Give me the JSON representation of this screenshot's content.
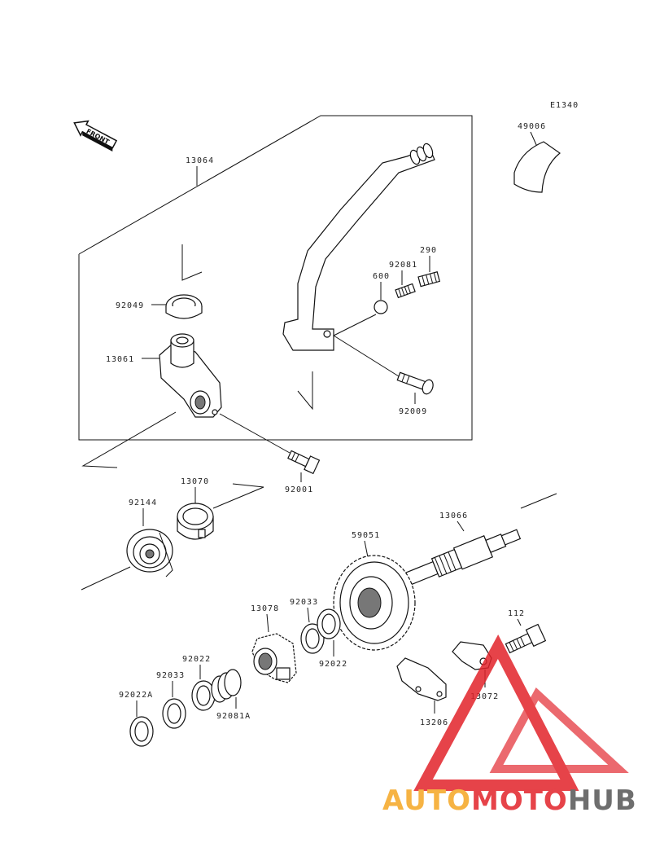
{
  "diagram": {
    "ref_code": "E1340",
    "front_arrow_label": "FRONT",
    "parts": {
      "p13064": "13064",
      "p49006": "49006",
      "p290": "290",
      "p92081": "92081",
      "p600": "600",
      "p92049": "92049",
      "p13061": "13061",
      "p92009": "92009",
      "p92001": "92001",
      "p13070": "13070",
      "p92144": "92144",
      "p13066": "13066",
      "p59051": "59051",
      "p92033a": "92033",
      "p13078": "13078",
      "p92022a": "92022",
      "p112": "112",
      "p92022b": "92022",
      "p92033b": "92033",
      "p92022A": "92022A",
      "p92081A": "92081A",
      "p13072": "13072",
      "p13206": "13206"
    }
  },
  "watermark": {
    "brand_part1": "AUTO",
    "brand_part2": "MOTO",
    "brand_part3": "HUB",
    "color_primary": "#e2232a",
    "color_secondary": "#f5a623",
    "color_dark": "#555555"
  }
}
